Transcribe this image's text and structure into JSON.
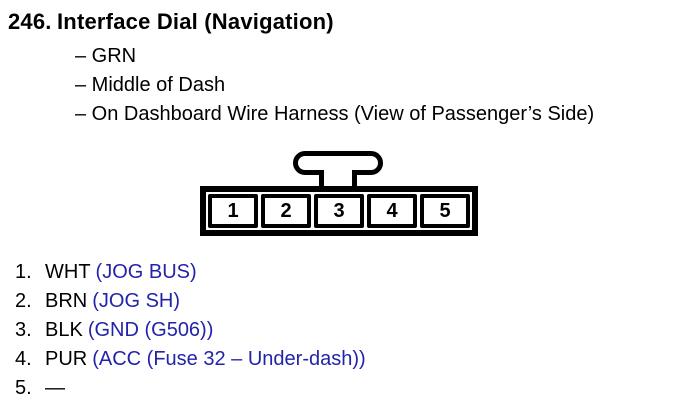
{
  "header": {
    "number": "246.",
    "title": "Interface Dial (Navigation)"
  },
  "details": [
    "– GRN",
    "– Middle of Dash",
    "– On Dashboard Wire Harness (View of Passenger’s Side)"
  ],
  "connector": {
    "pins": [
      "1",
      "2",
      "3",
      "4",
      "5"
    ]
  },
  "pinout": [
    {
      "num": "1.",
      "color": "WHT",
      "signal": "(JOG BUS)"
    },
    {
      "num": "2.",
      "color": "BRN",
      "signal": "(JOG SH)"
    },
    {
      "num": "3.",
      "color": "BLK",
      "signal": "(GND (G506))"
    },
    {
      "num": "4.",
      "color": "PUR",
      "signal": "(ACC (Fuse 32 – Under-dash))"
    },
    {
      "num": "5.",
      "color": "—",
      "signal": ""
    }
  ],
  "colors": {
    "signal_blue": "#2323aa",
    "ink": "#000000",
    "paper": "#ffffff"
  }
}
